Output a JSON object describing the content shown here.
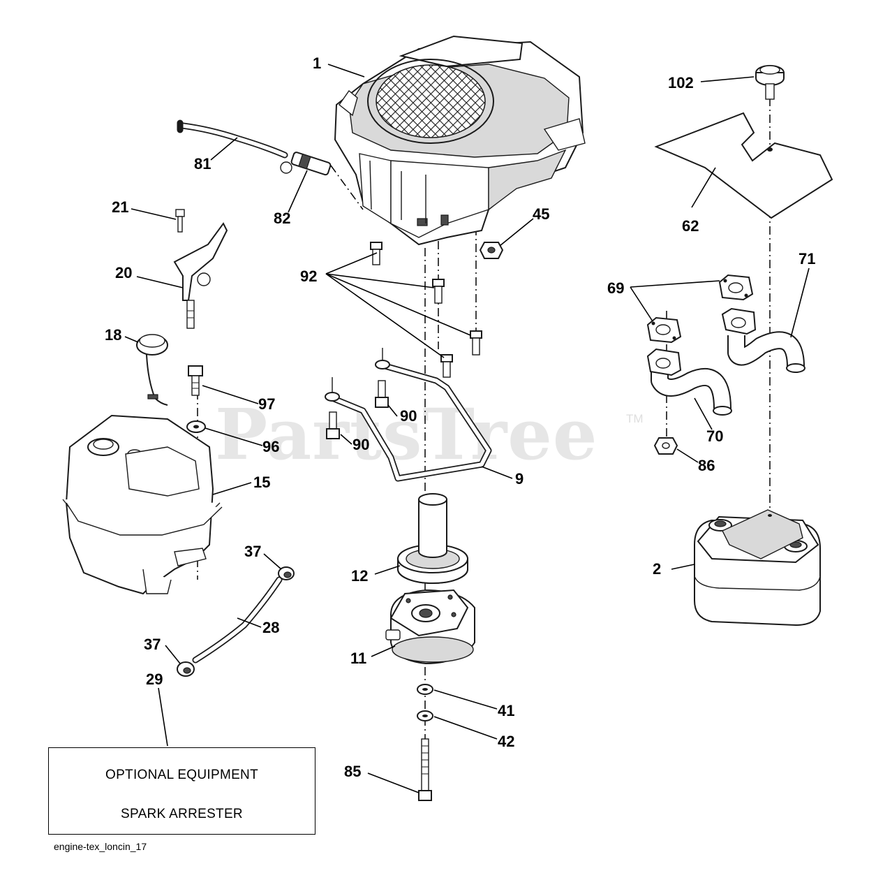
{
  "watermark": {
    "text": "PartsTree",
    "trademark": "TM"
  },
  "diagram_code": "engine-tex_loncin_17",
  "optional_box": {
    "line1": "OPTIONAL EQUIPMENT",
    "line2": "SPARK ARRESTER"
  },
  "callouts": {
    "c1": "1",
    "c2": "2",
    "c9": "9",
    "c11": "11",
    "c12": "12",
    "c15": "15",
    "c18": "18",
    "c20": "20",
    "c21": "21",
    "c28": "28",
    "c29": "29",
    "c37a": "37",
    "c37b": "37",
    "c41": "41",
    "c42": "42",
    "c45": "45",
    "c62": "62",
    "c69": "69",
    "c70": "70",
    "c71": "71",
    "c81": "81",
    "c82": "82",
    "c85": "85",
    "c86": "86",
    "c90a": "90",
    "c90b": "90",
    "c92": "92",
    "c96": "96",
    "c97": "97",
    "c102": "102"
  },
  "colors": {
    "ink": "#1a1a1a",
    "watermark": "#e6e6e6",
    "background": "#ffffff"
  }
}
